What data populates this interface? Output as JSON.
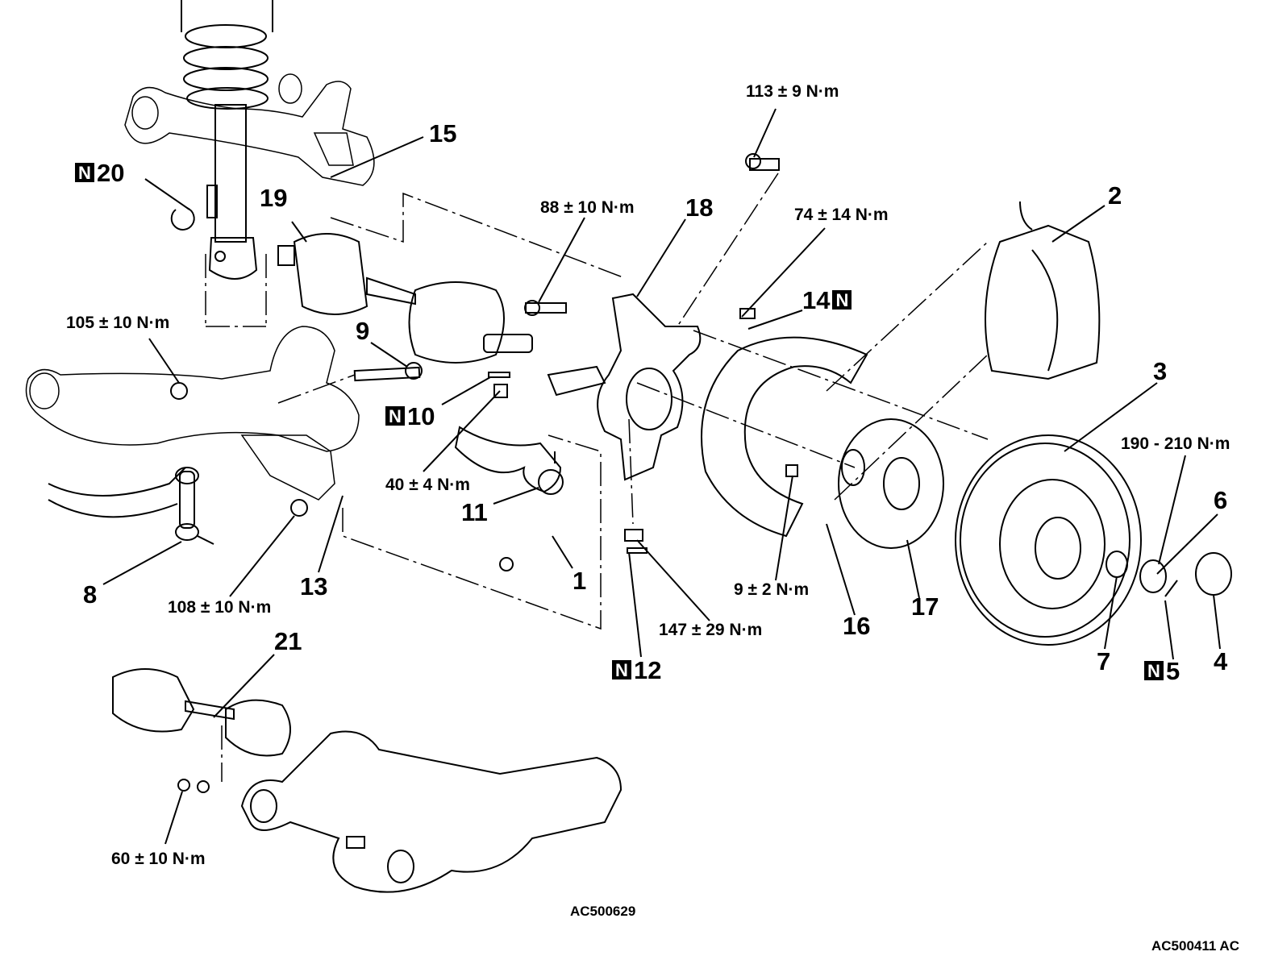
{
  "diagram_codes": {
    "inner": "AC500629",
    "outer": "AC500411 AC"
  },
  "new_part_marker": "N",
  "parts": {
    "p1": "1",
    "p2": "2",
    "p3": "3",
    "p4": "4",
    "p5": "5",
    "p6": "6",
    "p7": "7",
    "p8": "8",
    "p9": "9",
    "p10": "10",
    "p11": "11",
    "p12": "12",
    "p13": "13",
    "p14": "14",
    "p15": "15",
    "p16": "16",
    "p17": "17",
    "p18": "18",
    "p19": "19",
    "p20": "20",
    "p21": "21"
  },
  "torques": {
    "t113": "113 ± 9 N·m",
    "t88": "88 ± 10 N·m",
    "t74": "74 ± 14 N·m",
    "t105": "105 ± 10 N·m",
    "t190": "190 - 210 N·m",
    "t40": "40 ± 4 N·m",
    "t9": "9 ± 2 N·m",
    "t108": "108 ± 10 N·m",
    "t147": "147 ± 29 N·m",
    "t60": "60 ± 10 N·m"
  }
}
